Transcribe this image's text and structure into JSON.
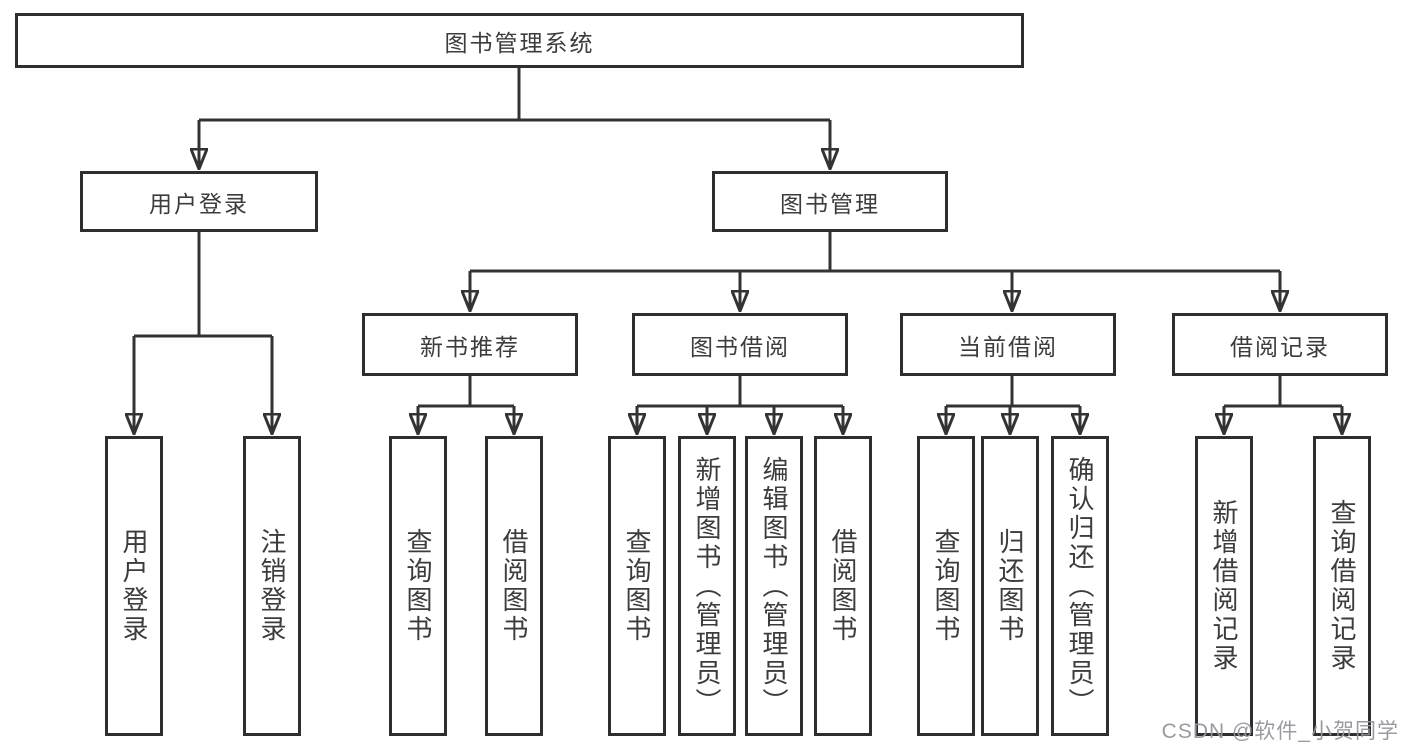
{
  "diagram_type": "functional-structure-tree",
  "colors": {
    "background": "#ffffff",
    "line": "#333333",
    "box_border": "#2e2e2e",
    "text": "#3c3c3c",
    "watermark": "#94969d"
  },
  "tree": {
    "label": "图书管理系统",
    "children": [
      {
        "label": "用户登录",
        "children": [
          {
            "label": "用户登录"
          },
          {
            "label": "注销登录"
          }
        ]
      },
      {
        "label": "图书管理",
        "children": [
          {
            "label": "新书推荐",
            "children": [
              {
                "label": "查询图书"
              },
              {
                "label": "借阅图书"
              }
            ]
          },
          {
            "label": "图书借阅",
            "children": [
              {
                "label": "查询图书"
              },
              {
                "label": "新增图书（管理员）"
              },
              {
                "label": "编辑图书（管理员）"
              },
              {
                "label": "借阅图书"
              }
            ]
          },
          {
            "label": "当前借阅",
            "children": [
              {
                "label": "查询图书"
              },
              {
                "label": "归还图书"
              },
              {
                "label": "确认归还（管理员）"
              }
            ]
          },
          {
            "label": "借阅记录",
            "children": [
              {
                "label": "新增借阅记录"
              },
              {
                "label": "查询借阅记录"
              }
            ]
          }
        ]
      }
    ]
  },
  "watermark": {
    "text": "CSDN @软件_小贺同学"
  }
}
